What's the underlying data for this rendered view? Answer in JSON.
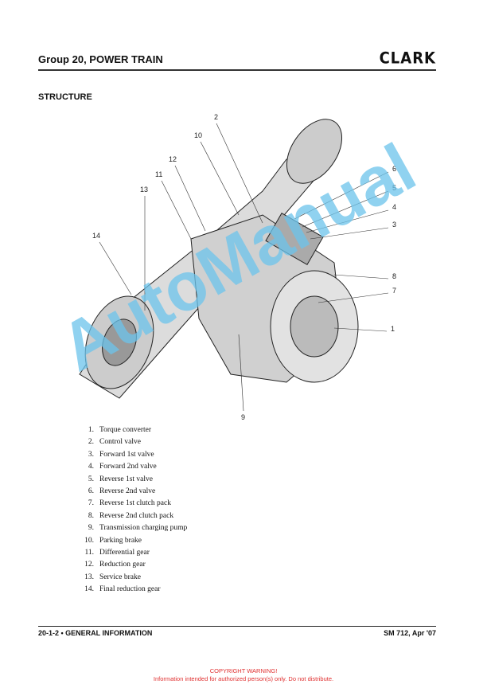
{
  "header": {
    "title": "Group 20, POWER TRAIN",
    "logo": "CLARK"
  },
  "section_title": "STRUCTURE",
  "callouts": [
    "1",
    "2",
    "3",
    "4",
    "5",
    "6",
    "7",
    "8",
    "9",
    "10",
    "11",
    "12",
    "13",
    "14"
  ],
  "parts": [
    {
      "n": "1.",
      "label": "Torque converter"
    },
    {
      "n": "2.",
      "label": "Control valve"
    },
    {
      "n": "3.",
      "label": "Forward 1st valve"
    },
    {
      "n": "4.",
      "label": "Forward 2nd valve"
    },
    {
      "n": "5.",
      "label": "Reverse 1st valve"
    },
    {
      "n": "6.",
      "label": "Reverse 2nd valve"
    },
    {
      "n": "7.",
      "label": "Reverse 1st clutch pack"
    },
    {
      "n": "8.",
      "label": "Reverse 2nd clutch pack"
    },
    {
      "n": "9.",
      "label": "Transmission charging pump"
    },
    {
      "n": "10.",
      "label": "Parking brake"
    },
    {
      "n": "11.",
      "label": "Differential gear"
    },
    {
      "n": "12.",
      "label": "Reduction gear"
    },
    {
      "n": "13.",
      "label": "Service brake"
    },
    {
      "n": "14.",
      "label": "Final reduction gear"
    }
  ],
  "footer": {
    "left": "20-1-2 • GENERAL INFORMATION",
    "right": "SM 712, Apr '07"
  },
  "copyright": {
    "line1": "COPYRIGHT WARNING!",
    "line2": "Information intended for authorized person(s) only. Do not distribute."
  },
  "watermark": "AutoManual"
}
